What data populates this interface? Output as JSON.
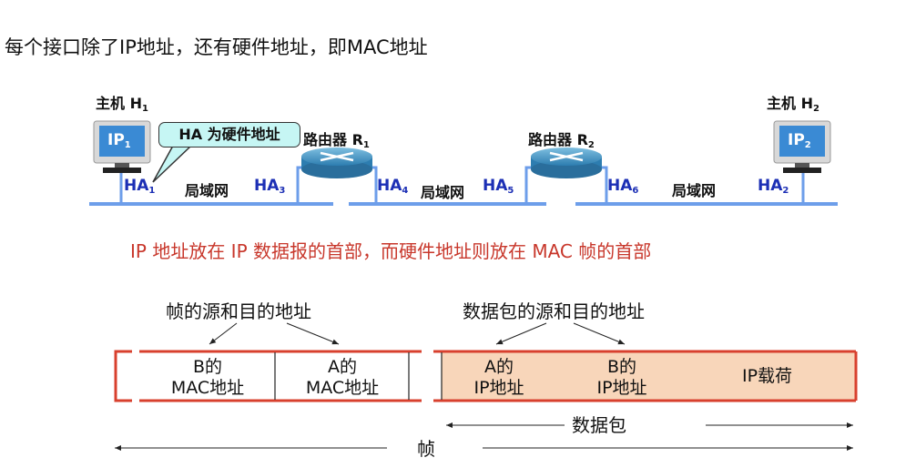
{
  "title": "每个接口除了IP地址，还有硬件地址，即MAC地址",
  "network": {
    "host1": {
      "name": "主机 H",
      "sub": "1",
      "ip": "IP",
      "ip_sub": "1"
    },
    "host2": {
      "name": "主机 H",
      "sub": "2",
      "ip": "IP",
      "ip_sub": "2"
    },
    "router1": {
      "name": "路由器 R",
      "sub": "1"
    },
    "router2": {
      "name": "路由器 R",
      "sub": "2"
    },
    "callout": "HA 为硬件地址",
    "lan_label": "局域网",
    "interfaces": [
      {
        "name": "HA",
        "sub": "1"
      },
      {
        "name": "HA",
        "sub": "3"
      },
      {
        "name": "HA",
        "sub": "4"
      },
      {
        "name": "HA",
        "sub": "5"
      },
      {
        "name": "HA",
        "sub": "6"
      },
      {
        "name": "HA",
        "sub": "2"
      }
    ],
    "line_color": "#6d9eea",
    "ha_color": "#1c2fb5"
  },
  "statement": "IP 地址放在 IP 数据报的首部，而硬件地址则放在 MAC 帧的首部",
  "frame": {
    "frame_addr_label": "帧的源和目的地址",
    "packet_addr_label": "数据包的源和目的地址",
    "cells": [
      {
        "line1": "B的",
        "line2": "MAC地址"
      },
      {
        "line1": "A的",
        "line2": "MAC地址"
      },
      {
        "line1": "A的",
        "line2": "IP地址"
      },
      {
        "line1": "B的",
        "line2": "IP地址"
      }
    ],
    "payload": "IP载荷",
    "packet_span": "数据包",
    "frame_span": "帧",
    "border_color": "#d8402e",
    "packet_fill": "#f8d6ba"
  }
}
